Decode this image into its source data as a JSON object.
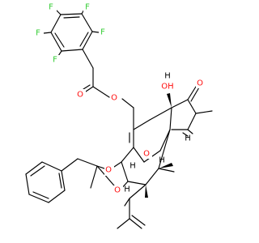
{
  "image": {
    "background_color": "#ffffff",
    "bond_color": "#000000"
  },
  "colors": {
    "F": "#33cc33",
    "O": "#ff0d0d",
    "H": "#000000"
  },
  "atom_labels": {
    "F1": "F",
    "F2": "F",
    "F3": "F",
    "F4": "F",
    "F5": "F",
    "O_ester_carbonyl": "O",
    "O_ester": "O",
    "O_hydroxyl": "OH",
    "H_hydroxyl": "H",
    "O_ketone": "O",
    "O_ortho_1": "O",
    "O_ortho_2": "O",
    "O_ortho_3": "O",
    "H_1": "H",
    "H_2": "H",
    "H_3": "H",
    "H_4": "H"
  }
}
